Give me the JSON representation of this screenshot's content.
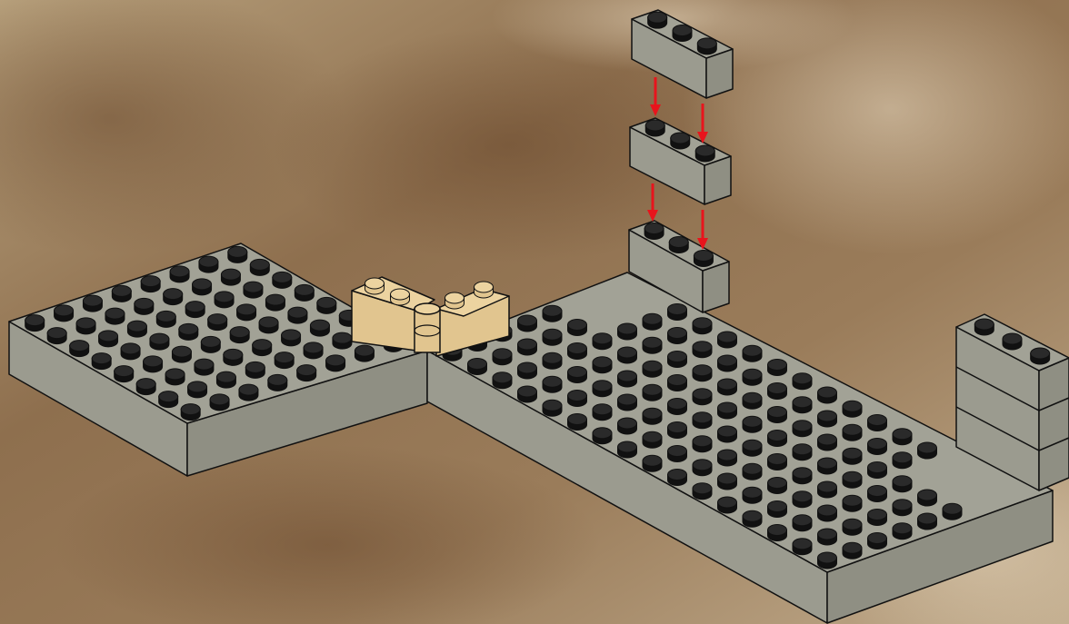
{
  "scene": {
    "kind": "brick building instruction step",
    "colors": {
      "background": "#a98b65",
      "background_dark": "#7a5a3c",
      "background_light": "#d6c2a6",
      "gray_top": "#a2a296",
      "gray_front": "#8f8f83",
      "gray_side": "#9b9b8f",
      "tan_top": "#ecd3a0",
      "tan_front": "#e1c58f",
      "stud_top": "#2a2a2a",
      "stud_side": "#111111",
      "outline": "#111111",
      "arrow": "#e8141c"
    },
    "arrow_count": 4,
    "parts": [
      {
        "name": "left-plate",
        "color": "gray",
        "studs": "8x8"
      },
      {
        "name": "right-plate",
        "color": "gray",
        "studs": "8x16"
      },
      {
        "name": "hinge-brick",
        "color": "tan"
      },
      {
        "name": "corner-brick-stack",
        "color": "gray",
        "bricks": 3
      },
      {
        "name": "placed-brick",
        "color": "gray",
        "size": "1x3"
      },
      {
        "name": "falling-brick",
        "color": "gray",
        "size": "1x3",
        "count": 2
      }
    ]
  }
}
